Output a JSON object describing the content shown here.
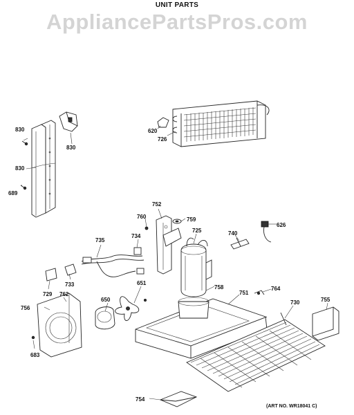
{
  "header": {
    "title": "UNIT PARTS",
    "watermark": "AppliancePartsPros.com"
  },
  "footer": {
    "art_number": "(ART NO. WR18041 C)"
  },
  "callouts": {
    "c830a": "830",
    "c830b": "830",
    "c830c": "830",
    "c689": "689",
    "c620": "620",
    "c726": "726",
    "c752": "752",
    "c760": "760",
    "c759": "759",
    "c725": "725",
    "c740": "740",
    "c626": "626",
    "c735": "735",
    "c734": "734",
    "c729": "729",
    "c733": "733",
    "c651": "651",
    "c758": "758",
    "c751": "751",
    "c764": "764",
    "c755": "755",
    "c756": "756",
    "c762": "762",
    "c650": "650",
    "c730": "730",
    "c683": "683",
    "c754": "754"
  }
}
